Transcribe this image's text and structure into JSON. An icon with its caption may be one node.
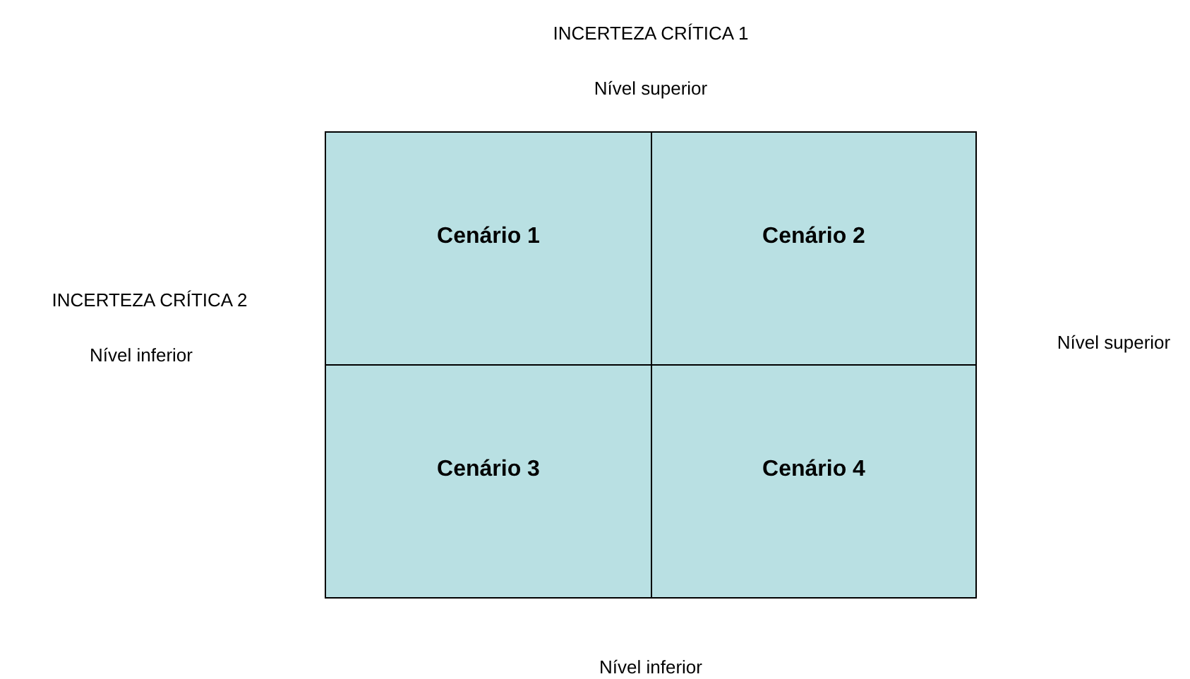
{
  "diagram": {
    "nodes": [
      {
        "text": [
          "Cenário 1"
        ]
      },
      {
        "text": [
          "Cenário 2"
        ]
      },
      {
        "text": [
          "Cenário 3"
        ]
      },
      {
        "text": [
          "Cenário 4"
        ]
      }
    ],
    "labels": [
      "INCERTEZA CRÍTICA 1",
      "Nível superior",
      "INCERTEZA CRÍTICA 2",
      "Nível inferior",
      "Nível superior",
      "Nível inferior"
    ]
  }
}
